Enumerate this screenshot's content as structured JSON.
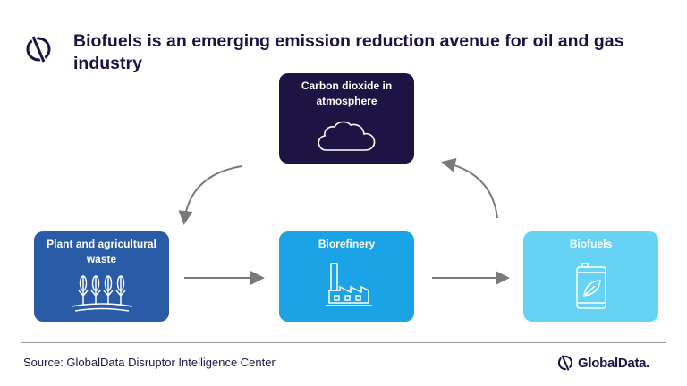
{
  "title": "Biofuels is an emerging emission reduction avenue for oil and gas industry",
  "nodes": {
    "co2": {
      "label": "Carbon dioxide in atmosphere",
      "icon": "cloud-icon",
      "color": "#1d1444"
    },
    "plant": {
      "label": "Plant and agricultural  waste",
      "icon": "wheat-icon",
      "color": "#2a5ba6"
    },
    "biorefinery": {
      "label": "Biorefinery",
      "icon": "factory-icon",
      "color": "#1ba3e6"
    },
    "biofuels": {
      "label": "Biofuels",
      "icon": "fuel-barrel-icon",
      "color": "#66d3f4"
    }
  },
  "flow": [
    "co2",
    "plant",
    "biorefinery",
    "biofuels",
    "co2"
  ],
  "footer": {
    "source": "Source: GlobalData Disruptor Intelligence Center",
    "brand": "GlobalData."
  }
}
